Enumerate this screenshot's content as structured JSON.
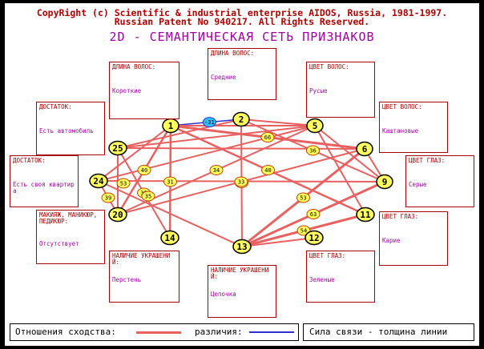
{
  "header": {
    "line1": "CopyRight (c) Scientific & industrial enterprise AIDOS, Russia, 1981-1997.",
    "line2": "Russian Patent No 940217. All Rights Reserved.",
    "title": "2D - СЕМАНТИЧЕСКАЯ СЕТЬ ПРИЗНАКОВ"
  },
  "boxes": [
    {
      "id": "b1",
      "title": "ДЛИНА ВОЛОС:",
      "value": "Короткие"
    },
    {
      "id": "b2",
      "title": "ДЛИНА ВОЛОС:",
      "value": "Средние"
    },
    {
      "id": "b3",
      "title": "ЦВЕТ ВОЛОС:",
      "value": "Русые"
    },
    {
      "id": "b4",
      "title": "ДОСТАТОК:",
      "value": "Есть автомобиль"
    },
    {
      "id": "b5",
      "title": "ЦВЕТ ВОЛОС:",
      "value": "Каштановые"
    },
    {
      "id": "b6",
      "title": "ДОСТАТОК:",
      "value": "Есть своя квартира"
    },
    {
      "id": "b7",
      "title": "ЦВЕТ ГЛАЗ:",
      "value": "Серые"
    },
    {
      "id": "b8",
      "title": "МАКИЯЖ, МАНИКЮР, ПЕДИКЮР:",
      "value": "Отсутствует"
    },
    {
      "id": "b9",
      "title": "ЦВЕТ ГЛАЗ:",
      "value": "Карие"
    },
    {
      "id": "b10",
      "title": "НАЛИЧИЕ УКРАШЕНИЙ:",
      "value": "Перстень"
    },
    {
      "id": "b11",
      "title": "ЦВЕТ ГЛАЗ:",
      "value": "Зеленые"
    },
    {
      "id": "b12",
      "title": "НАЛИЧИЕ УКРАШЕНИЙ:",
      "value": "Цепочка"
    }
  ],
  "nodes": [
    {
      "id": "1",
      "label": "1"
    },
    {
      "id": "2",
      "label": "2"
    },
    {
      "id": "5",
      "label": "5"
    },
    {
      "id": "6",
      "label": "6"
    },
    {
      "id": "9",
      "label": "9"
    },
    {
      "id": "11",
      "label": "11"
    },
    {
      "id": "12",
      "label": "12"
    },
    {
      "id": "13",
      "label": "13"
    },
    {
      "id": "14",
      "label": "14"
    },
    {
      "id": "20",
      "label": "20"
    },
    {
      "id": "24",
      "label": "24"
    },
    {
      "id": "25",
      "label": "25"
    }
  ],
  "edges": [
    {
      "from": "1",
      "to": "2",
      "weight": "-31",
      "type": "difference"
    },
    {
      "from": "1",
      "to": "5",
      "weight": "",
      "type": "similarity"
    },
    {
      "from": "1",
      "to": "20",
      "weight": "40",
      "type": "similarity"
    },
    {
      "from": "1",
      "to": "14",
      "weight": "31",
      "type": "similarity"
    },
    {
      "from": "1",
      "to": "24",
      "weight": "",
      "type": "similarity"
    },
    {
      "from": "1",
      "to": "11",
      "weight": "40",
      "type": "similarity"
    },
    {
      "from": "2",
      "to": "5",
      "weight": "",
      "type": "similarity"
    },
    {
      "from": "2",
      "to": "13",
      "weight": "48",
      "type": "similarity"
    },
    {
      "from": "2",
      "to": "9",
      "weight": "36",
      "type": "similarity"
    },
    {
      "from": "2",
      "to": "25",
      "weight": "",
      "type": "similarity"
    },
    {
      "from": "5",
      "to": "20",
      "weight": "34",
      "type": "similarity"
    },
    {
      "from": "5",
      "to": "9",
      "weight": "",
      "type": "similarity"
    },
    {
      "from": "5",
      "to": "11",
      "weight": "",
      "type": "similarity"
    },
    {
      "from": "5",
      "to": "24",
      "weight": "",
      "type": "similarity"
    },
    {
      "from": "6",
      "to": "13",
      "weight": "53",
      "type": "similarity"
    },
    {
      "from": "6",
      "to": "9",
      "weight": "",
      "type": "similarity"
    },
    {
      "from": "6",
      "to": "25",
      "weight": "",
      "type": "similarity"
    },
    {
      "from": "6",
      "to": "20",
      "weight": "33",
      "type": "similarity"
    },
    {
      "from": "9",
      "to": "24",
      "weight": "",
      "type": "similarity"
    },
    {
      "from": "11",
      "to": "13",
      "weight": "54",
      "type": "similarity"
    },
    {
      "from": "13",
      "to": "12",
      "weight": "",
      "type": "similarity"
    },
    {
      "from": "13",
      "to": "9",
      "weight": "63",
      "type": "similarity"
    },
    {
      "from": "25",
      "to": "14",
      "weight": "35",
      "type": "similarity"
    },
    {
      "from": "25",
      "to": "20",
      "weight": "",
      "type": "similarity"
    },
    {
      "from": "24",
      "to": "20",
      "weight": "39",
      "type": "similarity"
    },
    {
      "from": "25",
      "to": "5",
      "weight": "",
      "type": "similarity"
    },
    {
      "from": "6",
      "to": "1",
      "weight": "66",
      "type": "similarity"
    },
    {
      "from": "24",
      "to": "13",
      "weight": "",
      "type": "similarity"
    }
  ],
  "extra_labels": [
    "35",
    "53"
  ],
  "legend": {
    "similarity_label": "Отношения сходства:",
    "difference_label": "различия:",
    "strength_label": "Сила связи - толщина линии"
  },
  "colors": {
    "similarity": "#e86060",
    "difference": "#3030d0",
    "node_fill": "#ffff60",
    "box_border": "#a80000",
    "box_title": "#a80000",
    "box_value": "#a000a0",
    "header": "#b00000",
    "title": "#a000a0"
  }
}
